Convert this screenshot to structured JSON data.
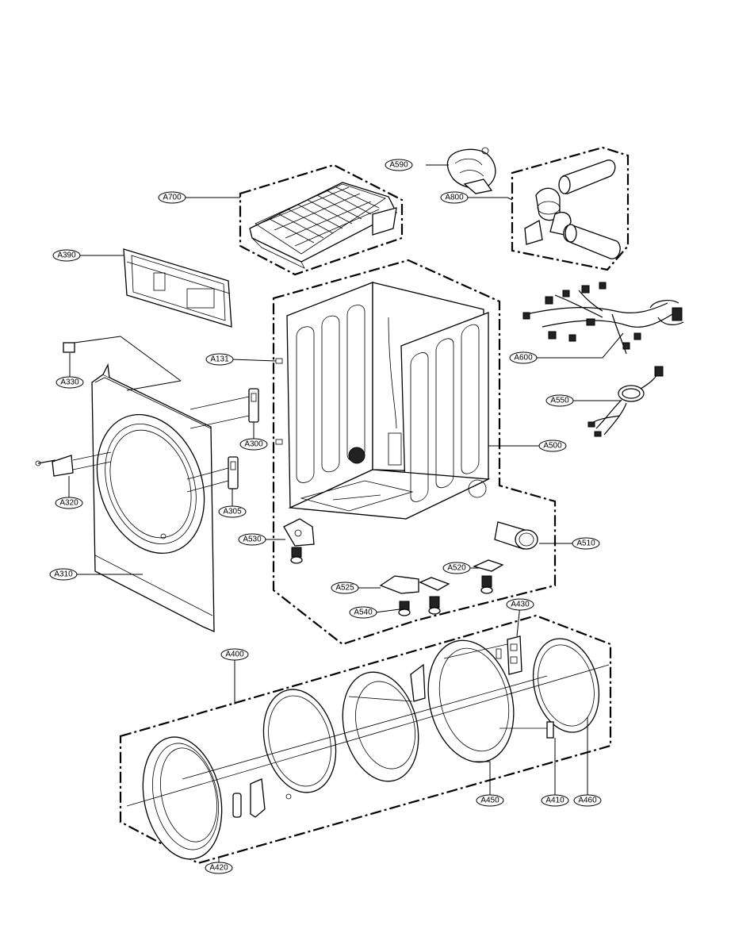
{
  "callouts": {
    "a590": "A590",
    "a700": "A700",
    "a800": "A800",
    "a390": "A390",
    "a600": "A600",
    "a131": "A131",
    "a330": "A330",
    "a550": "A550",
    "a300": "A300",
    "a500": "A500",
    "a320": "A320",
    "a305": "A305",
    "a530": "A530",
    "a510": "A510",
    "a520": "A520",
    "a310": "A310",
    "a525": "A525",
    "a540": "A540",
    "a430": "A430",
    "a400": "A400",
    "a450": "A450",
    "a410": "A410",
    "a460": "A460",
    "a420": "A420"
  }
}
